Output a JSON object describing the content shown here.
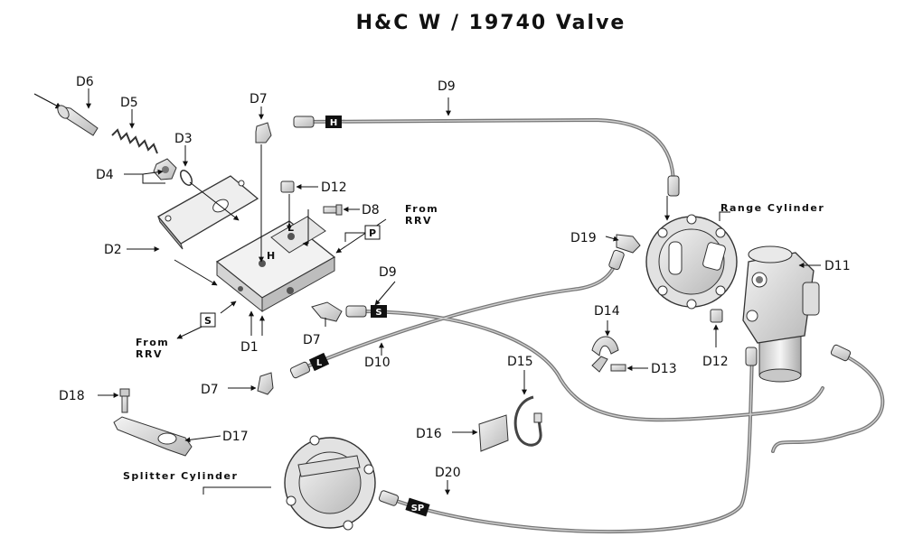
{
  "title": "H&C W / 19740 Valve",
  "parts": {
    "d6": "D6",
    "d5": "D5",
    "d3": "D3",
    "d4": "D4",
    "d2": "D2",
    "d7_top": "D7",
    "d12_top": "D12",
    "d8": "D8",
    "d9_top": "D9",
    "d9_mid": "D9",
    "d19": "D19",
    "d11": "D11",
    "d14": "D14",
    "d13": "D13",
    "d12_right": "D12",
    "d15": "D15",
    "d16": "D16",
    "d1": "D1",
    "d7_mid": "D7",
    "d7_low": "D7",
    "d10": "D10",
    "d18": "D18",
    "d17": "D17",
    "d20": "D20"
  },
  "callouts": {
    "from_rrv_top_1": "From",
    "from_rrv_top_2": "RRV",
    "from_rrv_left_1": "From",
    "from_rrv_left_2": "RRV",
    "range_cylinder": "Range Cylinder",
    "splitter_cylinder": "Splitter Cylinder"
  },
  "port_tags": {
    "h_line": "H",
    "s_line": "S",
    "l_line": "L",
    "sp_line": "SP",
    "p_box": "P",
    "s_box": "S",
    "h_valve": "H",
    "l_valve": "L"
  }
}
